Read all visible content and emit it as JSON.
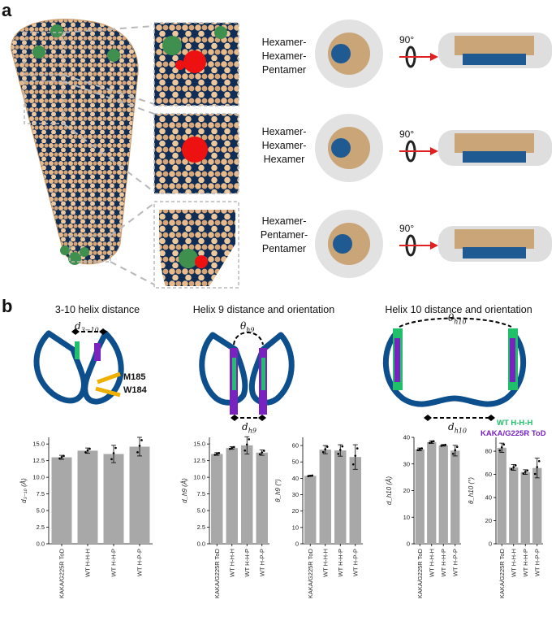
{
  "figure": {
    "panel_a_label": "a",
    "panel_b_label": "b",
    "rows": [
      {
        "label": "Hexamer-\nHexamer-\nPentamer",
        "line1": "Hexamer-",
        "line2": "Hexamer-",
        "line3": "Pentamer",
        "rotation": "90°"
      },
      {
        "label": "Hexamer-\nHexamer-\nHexamer",
        "line1": "Hexamer-",
        "line2": "Hexamer-",
        "line3": "Hexamer",
        "rotation": "90°"
      },
      {
        "label": "Hexamer-\nPentamer-\nPentamer",
        "line1": "Hexamer-",
        "line2": "Pentamer-",
        "line3": "Pentamer",
        "rotation": "90°"
      }
    ],
    "struct_titles": [
      "3-10 helix distance",
      "Helix 9 distance and orientation",
      "Helix 10 distance and orientation"
    ],
    "struct_labels": {
      "d310": "d",
      "d310_sub": "3−10",
      "theta_h9": "θ",
      "theta_h9_sub": "h9",
      "d_h9": "d",
      "d_h9_sub": "h9",
      "theta_h10": "θ",
      "theta_h10_sub": "h10",
      "d_h10": "d",
      "d_h10_sub": "h10",
      "m185": "M185",
      "w184": "W184"
    },
    "legend": [
      {
        "name": "WT H-H-H",
        "color": "#20c06a"
      },
      {
        "name": "KAKA/G225R ToD",
        "color": "#7a22c0"
      }
    ],
    "colors": {
      "capsid_surface": "#e8bb8e",
      "capsid_dark": "#0f2d55",
      "pentamer_green": "#3f8f4e",
      "highlight_red": "#ee1111",
      "protein_blue": "#0c4f8c",
      "bar_gray": "#a8a8a8"
    }
  },
  "chart_data": [
    {
      "type": "bar",
      "categories": [
        "KAKA/G225R ToD",
        "WT H-H-H",
        "WT H-H-P",
        "WT H-P-P"
      ],
      "values": [
        13.0,
        14.0,
        13.5,
        14.6
      ],
      "errors": [
        0.3,
        0.4,
        1.3,
        1.4
      ],
      "ylabel": "d₃₋₁₀ (Å)",
      "ylim": [
        0,
        16
      ],
      "yticks": [
        "0.0",
        "2.5",
        "5.0",
        "7.5",
        "10.0",
        "12.5",
        "15.0"
      ],
      "ytick_values": [
        0,
        2.5,
        5,
        7.5,
        10,
        12.5,
        15
      ]
    },
    {
      "type": "bar",
      "categories": [
        "KAKA/G225R ToD",
        "WT H-H-H",
        "WT H-H-P",
        "WT H-P-P"
      ],
      "values": [
        13.5,
        14.4,
        14.8,
        13.7
      ],
      "errors": [
        0.2,
        0.2,
        1.3,
        0.4
      ],
      "ylabel": "d_h9 (Å)",
      "ylim": [
        0,
        16
      ],
      "yticks": [
        "0.0",
        "2.5",
        "5.0",
        "7.5",
        "10.0",
        "12.5",
        "15.0"
      ],
      "ytick_values": [
        0,
        2.5,
        5,
        7.5,
        10,
        12.5,
        15
      ]
    },
    {
      "type": "bar",
      "categories": [
        "KAKA/G225R ToD",
        "WT H-H-H",
        "WT H-H-P",
        "WT H-P-P"
      ],
      "values": [
        41.5,
        57.5,
        57.0,
        53.0
      ],
      "errors": [
        0.3,
        2.5,
        3.5,
        7.5
      ],
      "ylabel": "θ_h9 (°)",
      "ylim": [
        0,
        65
      ],
      "yticks": [
        "0",
        "10",
        "20",
        "30",
        "40",
        "50",
        "60"
      ],
      "ytick_values": [
        0,
        10,
        20,
        30,
        40,
        50,
        60
      ]
    },
    {
      "type": "bar",
      "categories": [
        "KAKA/G225R ToD",
        "WT H-H-H",
        "WT H-H-P",
        "WT H-P-P"
      ],
      "values": [
        35.5,
        38.2,
        37.0,
        35.0
      ],
      "errors": [
        0.5,
        0.5,
        0.3,
        2.0
      ],
      "ylabel": "d_h10 (Å)",
      "ylim": [
        0,
        40
      ],
      "yticks": [
        "0",
        "10",
        "20",
        "30",
        "40"
      ],
      "ytick_values": [
        0,
        10,
        20,
        30,
        40
      ]
    },
    {
      "type": "bar",
      "categories": [
        "KAKA/G225R ToD",
        "WT H-H-H",
        "WT H-H-P",
        "WT H-P-P"
      ],
      "values": [
        83.0,
        66.0,
        62.0,
        65.5
      ],
      "errors": [
        4.0,
        2.5,
        2.0,
        8.5
      ],
      "ylabel": "θ_h10 (°)",
      "ylim": [
        0,
        92
      ],
      "yticks": [
        "0",
        "20",
        "40",
        "60",
        "80"
      ],
      "ytick_values": [
        0,
        20,
        40,
        60,
        80
      ]
    }
  ]
}
